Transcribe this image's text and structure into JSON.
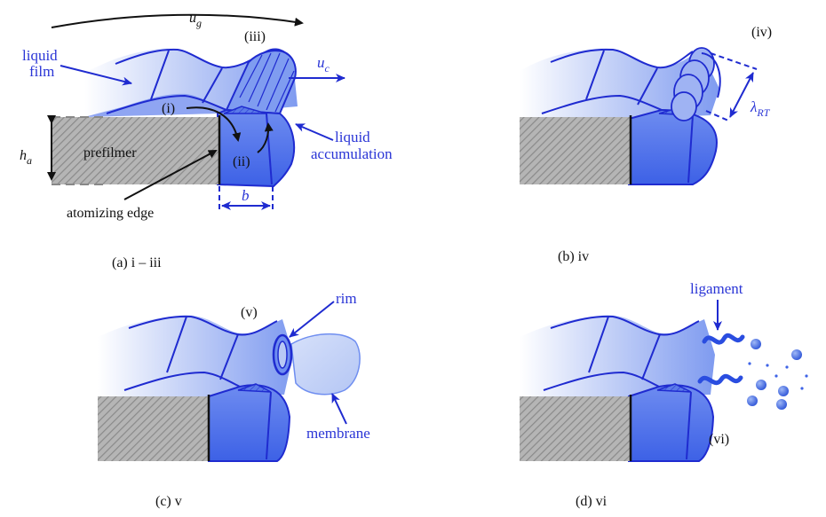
{
  "colors": {
    "film_light": "#b8c8f5",
    "film_mid": "#6f8ef0",
    "film_dark": "#3e63e6",
    "outline": "#1f2bd0",
    "label_blue": "#2a35d6",
    "hatch_gray": "#9a9a9a",
    "text_black": "#111111"
  },
  "panel_a": {
    "label_liquid": "liquid",
    "label_film": "film",
    "label_ug_main": "u",
    "label_ug_sub": "g",
    "label_uc_main": "u",
    "label_uc_sub": "c",
    "label_iii": "(iii)",
    "label_i": "(i)",
    "label_ii": "(ii)",
    "label_ha_main": "h",
    "label_ha_sub": "a",
    "label_prefilmer": "prefilmer",
    "label_liquid2": "liquid",
    "label_accumulation": "accumulation",
    "label_atomizing_edge": "atomizing edge",
    "label_b": "b",
    "caption": "(a)  i – iii"
  },
  "panel_b": {
    "label_iv": "(iv)",
    "label_lambda_main": "λ",
    "label_lambda_sub": "RT",
    "caption": "(b)  iv"
  },
  "panel_c": {
    "label_v": "(v)",
    "label_rim": "rim",
    "label_membrane": "membrane",
    "caption": "(c)  v"
  },
  "panel_d": {
    "label_ligament": "ligament",
    "label_vi": "(vi)",
    "caption": "(d)  vi"
  }
}
